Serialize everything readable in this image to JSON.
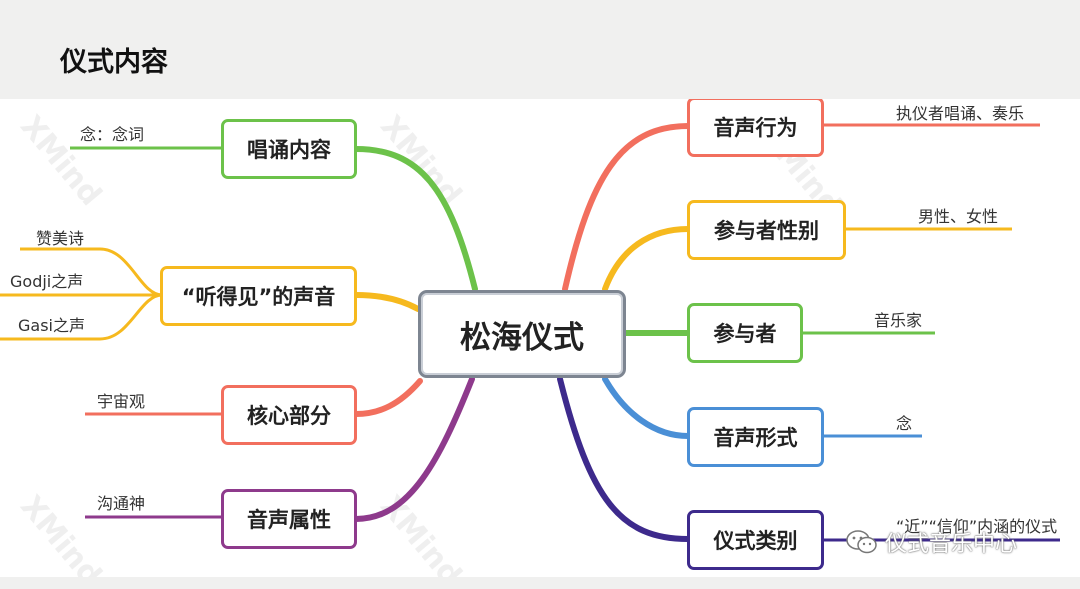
{
  "page": {
    "title": "仪式内容"
  },
  "watermark": "XMind",
  "central": {
    "label": "松海仪式"
  },
  "left_branches": [
    {
      "label": "唱诵内容",
      "color": "#6cc24a",
      "leaves": [
        "念：念词"
      ]
    },
    {
      "label": "“听得见”的声音",
      "color": "#f6b91e",
      "leaves": [
        "赞美诗",
        "Godji之声",
        "Gasi之声"
      ]
    },
    {
      "label": "核心部分",
      "color": "#f26f5e",
      "leaves": [
        "宇宙观"
      ]
    },
    {
      "label": "音声属性",
      "color": "#8e3a8c",
      "leaves": [
        "沟通神"
      ]
    }
  ],
  "right_branches": [
    {
      "label": "音声行为",
      "color": "#f26f5e",
      "leaves": [
        "执仪者唱诵、奏乐"
      ]
    },
    {
      "label": "参与者性别",
      "color": "#f6b91e",
      "leaves": [
        "男性、女性"
      ]
    },
    {
      "label": "参与者",
      "color": "#6cc24a",
      "leaves": [
        "音乐家"
      ]
    },
    {
      "label": "音声形式",
      "color": "#4a8fd6",
      "leaves": [
        "念"
      ]
    },
    {
      "label": "仪式类别",
      "color": "#3d2a8c",
      "leaves": [
        "“近”“信仰”内涵的仪式"
      ]
    }
  ],
  "footer": {
    "logo_text": "仪式音乐中心",
    "icon": "wechat-icon"
  }
}
